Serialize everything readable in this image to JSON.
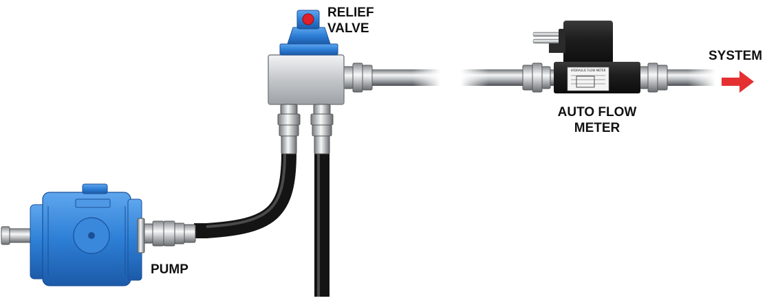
{
  "labels": {
    "relief_valve": [
      "RELIEF",
      "VALVE"
    ],
    "auto_flow_meter": [
      "AUTO FLOW",
      "METER"
    ],
    "system": "SYSTEM",
    "pump": "PUMP"
  },
  "meter_plate_text": "HYDRAULIC FLOW METER",
  "colors": {
    "pump_blue": "#2d7fd6",
    "valve_blue": "#2f72c9",
    "valve_knob_red": "#e0202a",
    "arrow_red": "#e53032",
    "hose_black": "#141414",
    "meter_body": "#1c1c1c",
    "steel": "#c9ccd0"
  },
  "icons": {
    "pump": "hydraulic-pump-icon",
    "valve": "relief-valve-icon",
    "meter": "flow-meter-icon",
    "arrow": "arrow-right-icon"
  }
}
